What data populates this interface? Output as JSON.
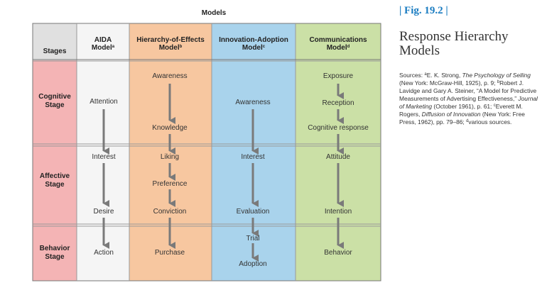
{
  "title": "Models",
  "stages_header": "Stages",
  "models": [
    {
      "name": "AIDA Model",
      "sup": "a",
      "color": "#f5f5f5"
    },
    {
      "name": "Hierarchy-of-Effects Model",
      "sup": "b",
      "color": "#f7c7a0"
    },
    {
      "name": "Innovation-Adoption Model",
      "sup": "c",
      "color": "#a9d3ec"
    },
    {
      "name": "Communications Model",
      "sup": "d",
      "color": "#cbe0a6"
    }
  ],
  "stages": [
    "Cognitive Stage",
    "Affective Stage",
    "Behavior Stage"
  ],
  "colors": {
    "stage_column": "#f4b4b5",
    "header_row": "#e0e0e0",
    "arrow": "#7a7a7a",
    "figure_label": "#1a7cc1"
  },
  "cells": {
    "aida": [
      "Attention",
      "Interest",
      "Desire",
      "Action"
    ],
    "hierarchy": [
      "Awareness",
      "Knowledge",
      "Liking",
      "Preference",
      "Conviction",
      "Purchase"
    ],
    "innovation": [
      "Awareness",
      "Interest",
      "Evaluation",
      "Trial",
      "Adoption"
    ],
    "communications": [
      "Exposure",
      "Reception",
      "Cognitive response",
      "Attitude",
      "Intention",
      "Behavior"
    ]
  },
  "figure": {
    "label": "| Fig.  19.2 |",
    "title": "Response Hierarchy Models"
  },
  "sources": {
    "prefix": "Sources: ",
    "a_mark": "a",
    "a_author": "E. K. Strong, ",
    "a_title": "The Psychology of Selling",
    "a_rest": " (New York: McGraw-Hill, 1925), p. 9; ",
    "b_mark": "b",
    "b_author": "Robert J. Lavidge and Gary A. Steiner, “A Model for Predictive Measurements of Advertising Effectiveness,” ",
    "b_journal": "Journal of Marketing",
    "b_rest": " (October 1961), p. 61; ",
    "c_mark": "c",
    "c_author": "Everett M. Rogers, ",
    "c_title": "Diffusion of Innovation",
    "c_rest": " (New York: Free Press, 1962), pp. 79–86; ",
    "d_mark": "d",
    "d_rest": "various sources."
  }
}
